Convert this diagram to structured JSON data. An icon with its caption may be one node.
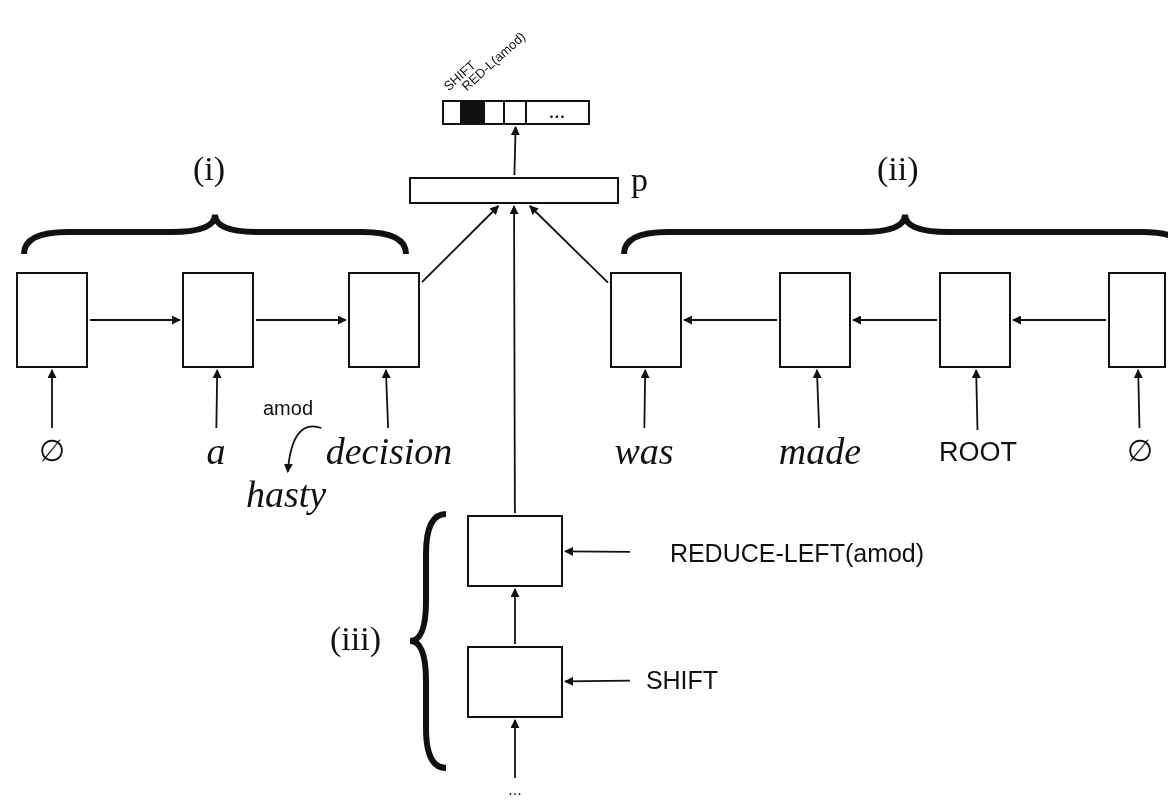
{
  "diagram": {
    "nodes": [
      {
        "text": [
          "..."
        ],
        "beside": [
          "SHIFT",
          "RED-L(amod)"
        ]
      },
      {
        "text": [],
        "shape": "box",
        "beside": [
          "p"
        ]
      },
      {
        "text": [],
        "shape": "box"
      },
      {
        "text": [],
        "shape": "box"
      },
      {
        "text": [],
        "shape": "box"
      },
      {
        "text": [],
        "shape": "box"
      },
      {
        "text": [],
        "shape": "box"
      },
      {
        "text": [],
        "shape": "box"
      },
      {
        "text": [],
        "shape": "box"
      },
      {
        "text": [
          "∅"
        ]
      },
      {
        "text": [
          "a"
        ]
      },
      {
        "text": [
          "decision"
        ]
      },
      {
        "text": [
          "hasty"
        ]
      },
      {
        "text": [
          "was"
        ]
      },
      {
        "text": [
          "made"
        ]
      },
      {
        "text": [
          "ROOT"
        ]
      },
      {
        "text": [
          "∅"
        ]
      },
      {
        "text": [],
        "shape": "box"
      },
      {
        "text": [],
        "shape": "box"
      },
      {
        "text": [
          "REDUCE-LEFT(amod)"
        ]
      },
      {
        "text": [
          "SHIFT"
        ]
      },
      {
        "text": [
          "..."
        ]
      }
    ],
    "edges": [
      {
        "from": 1,
        "to": 0,
        "arrow": "to"
      },
      {
        "from": 4,
        "to": 1,
        "arrow": "to"
      },
      {
        "from": 5,
        "to": 1,
        "arrow": "to"
      },
      {
        "from": 17,
        "to": 1,
        "arrow": "to"
      },
      {
        "from": 2,
        "to": 3,
        "arrow": "to"
      },
      {
        "from": 3,
        "to": 4,
        "arrow": "to"
      },
      {
        "from": 8,
        "to": 7,
        "arrow": "to"
      },
      {
        "from": 7,
        "to": 6,
        "arrow": "to"
      },
      {
        "from": 6,
        "to": 5,
        "arrow": "to"
      },
      {
        "from": 9,
        "to": 2,
        "arrow": "to"
      },
      {
        "from": 10,
        "to": 3,
        "arrow": "to"
      },
      {
        "from": 11,
        "to": 4,
        "arrow": "to"
      },
      {
        "from": 11,
        "to": 12,
        "arrow": "to",
        "label": "amod"
      },
      {
        "from": 13,
        "to": 5,
        "arrow": "to"
      },
      {
        "from": 14,
        "to": 6,
        "arrow": "to"
      },
      {
        "from": 15,
        "to": 7,
        "arrow": "to"
      },
      {
        "from": 16,
        "to": 8,
        "arrow": "to"
      },
      {
        "from": 18,
        "to": 17,
        "arrow": "to"
      },
      {
        "from": 19,
        "to": 17,
        "arrow": "to"
      },
      {
        "from": 20,
        "to": 18,
        "arrow": "to"
      },
      {
        "from": 21,
        "to": 18,
        "arrow": "to"
      }
    ],
    "labels": [
      "(i)",
      "(ii)",
      "(iii)"
    ]
  }
}
